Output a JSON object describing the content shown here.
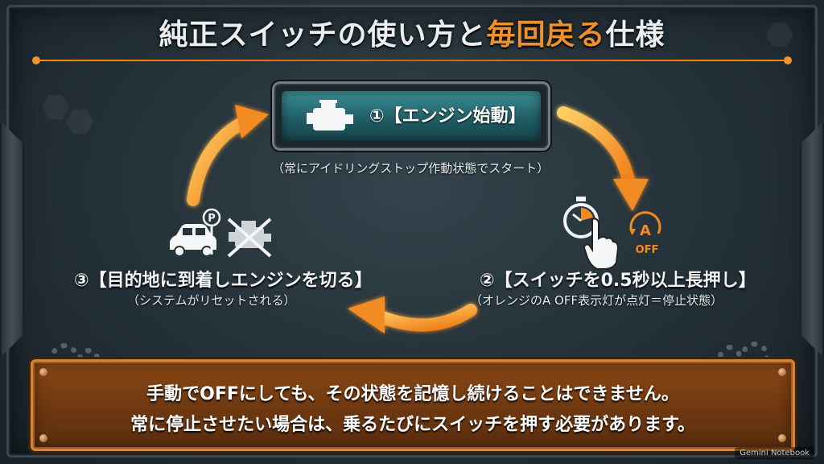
{
  "title": {
    "main": "純正スイッチの使い方と",
    "highlight": "毎回戻る",
    "tail": "仕様"
  },
  "step1": {
    "label": "①【エンジン始動】",
    "caption": "（常にアイドリングストップ作動状態でスタート）"
  },
  "step2": {
    "label": "②【スイッチを0.5秒以上長押し】",
    "caption": "（オレンジのA OFF表示灯が点灯＝停止状態）",
    "indicator_letter": "A",
    "indicator_text": "OFF"
  },
  "step3": {
    "label": "③【目的地に到着しエンジンを切る】",
    "caption": "（システムがリセットされる）",
    "parking_letter": "P"
  },
  "note": {
    "line1": "手動でOFFにしても、その状態を記憶し続けることはできません。",
    "line2": "常に停止させたい場合は、乗るたびにスイッチを押す必要があります。"
  },
  "watermark": "Gemini Notebook",
  "icons": {
    "step1": "engine-icon",
    "step2_timer": "stopwatch-icon",
    "step2_hand": "pointing-hand-icon",
    "step2_indicator": "auto-stop-off-indicator-icon",
    "step3_car": "car-icon",
    "step3_parking": "parking-sign-icon",
    "step3_engine_off": "engine-off-icon"
  },
  "colors": {
    "accent": "#f08a24",
    "teal": "#2f7d84",
    "panel_brown": "#6e3810",
    "text": "#ffffff"
  }
}
